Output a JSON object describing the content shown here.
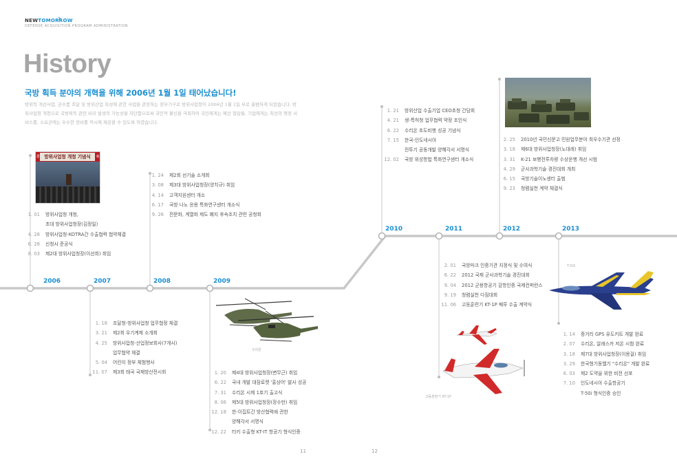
{
  "brand": {
    "name_part1": "NEW",
    "name_part2": "TOMORROW",
    "chevron": "›",
    "sub": "DEFENSE ACQUISITION PROGRAM ADMINISTRATION"
  },
  "title": "History",
  "subtitle": "국방 획득 분야의 개혁을 위해 2006년 1월 1일 태어났습니다!",
  "intro": "방위력 개선사업, 군수품 조달 및 방위산업 육성에 관한 사업을 관장하는 정부기구로 방위사업청이 2006년 1월 1일 부로 출범하게 되었습니다. 방위사업청 개청으로 국방획득 관련 비리 발생의 가능성을 차단함으로써 국민적 불신을 극복하여 국민에게는 예산 절감을, 기업에게는 최선의 행정 서비스를, 소요군에는 우수한 장비를 적시에 제공할 수 있도록 하였습니다.",
  "years": {
    "y2006": "2006",
    "y2007": "2007",
    "y2008": "2008",
    "y2009": "2009",
    "y2010": "2010",
    "y2011": "2011",
    "y2012": "2012",
    "y2013": "2013"
  },
  "photo_2006": {
    "banner": "방위사업청 개청 기념식",
    "left_mark": "경",
    "right_mark": "축"
  },
  "events_2006": [
    {
      "date": "1. 01",
      "text": "방위사업청 개청,"
    },
    {
      "date": "",
      "text": "초대 방위사업청장(김정일)"
    },
    {
      "date": "4. 28",
      "text": "방위사업청-KOTRA간 수출협력 협약체결"
    },
    {
      "date": "6. 28",
      "text": "신청사 준공식"
    },
    {
      "date": "8. 03",
      "text": "제2대 방위사업청장(이선희) 취임"
    }
  ],
  "events_2007": [
    {
      "date": "1. 18",
      "text": "조달청-방위사업청 업무협정 체결"
    },
    {
      "date": "3. 21",
      "text": "제2회 우기계제 소개회"
    },
    {
      "date": "4. 25",
      "text": "방위사업청-산업정보회사(7개사)"
    },
    {
      "date": "",
      "text": "업무협약 체결"
    },
    {
      "date": "5. 04",
      "text": "어린이 정부 체험행사"
    },
    {
      "date": "11. 07",
      "text": "제3회 태국 국제방산전시회"
    }
  ],
  "events_2008": [
    {
      "date": "1. 24",
      "text": "제2회 선기술 소개회"
    },
    {
      "date": "3. 08",
      "text": "제3대 방위사업청장(양치규) 취임"
    },
    {
      "date": "4. 14",
      "text": "고객지원센터 개소"
    },
    {
      "date": "6. 17",
      "text": "국방 나노 응용 특화연구센터 개소식"
    },
    {
      "date": "9. 26",
      "text": "전문화, 계열화 제도 폐지 후속조치 관련 공청회"
    }
  ],
  "events_2009": [
    {
      "date": "1. 20",
      "text": "제4대 방위사업청장(변무근) 취임"
    },
    {
      "date": "6. 22",
      "text": "국내 개발 대잠로켓 '홍상어' 발사 성공"
    },
    {
      "date": "7. 31",
      "text": "수리온 시제 1호기 출고식"
    },
    {
      "date": "8. 06",
      "text": "제5대 방위사업청장(장수만) 취임"
    },
    {
      "date": "12. 18",
      "text": "한-이집트간 방산협력에 관한"
    },
    {
      "date": "",
      "text": "양해각서 서명식"
    },
    {
      "date": "12. 22",
      "text": "터키 수출형 KT-IT 항공기 형식인증"
    }
  ],
  "caption_2009": "수리온",
  "events_2010": [
    {
      "date": "1. 21",
      "text": "방위산업 수출기업 CEO초청 간담회"
    },
    {
      "date": "4. 21",
      "text": "생-특허청 업무협력 약정 조인식"
    },
    {
      "date": "6. 22",
      "text": "수리온 초도비행 성공 기념식"
    },
    {
      "date": "7. 15",
      "text": "한국-인도네시아"
    },
    {
      "date": "",
      "text": "전투기 공동개발 양해각서 서명식"
    },
    {
      "date": "12. 02",
      "text": "국방 위성항법 특화연구센터 개소식"
    }
  ],
  "events_2011": [
    {
      "date": "2. 01",
      "text": "국방마크 인증기관 지정식 및 수여식"
    },
    {
      "date": "6. 22",
      "text": "2012 국제 군사과학기술 경진대회"
    },
    {
      "date": "9. 04",
      "text": "2012 군용항공기 감항인증 국제컨퍼런스"
    },
    {
      "date": "9. 19",
      "text": "청렴실천 다짐대회"
    },
    {
      "date": "11. 06",
      "text": "고등훈련기 KT-1P 페루 수출 계약식"
    }
  ],
  "caption_2011": "고등훈련기 KT-1P",
  "events_2012": [
    {
      "date": "2. 25",
      "text": "2010년 국민신문고 민원업무분야 최우수기관 선정"
    },
    {
      "date": "3. 18",
      "text": "제6대 방위사업청장(노대래) 취임"
    },
    {
      "date": "3. 31",
      "text": "K-21 보병전투차량 수상운행 개선 시범"
    },
    {
      "date": "4. 29",
      "text": "군사과학기술 경진대회 개최"
    },
    {
      "date": "6. 15",
      "text": "국방기술이노센터 출범"
    },
    {
      "date": "9. 23",
      "text": "청렴실천 계약 체결식"
    }
  ],
  "events_2013": [
    {
      "date": "1. 14",
      "text": "중거리 GPS 유도키트 개발 완료"
    },
    {
      "date": "2. 07",
      "text": "수리온, 알래스카 저온 시험 완료"
    },
    {
      "date": "3. 18",
      "text": "제7대 방위사업청장(이용걸) 취임"
    },
    {
      "date": "3. 29",
      "text": "한국형기동헬기 \"수리온\" 개발 완료"
    },
    {
      "date": "6. 03",
      "text": "제2 도약을 위한 비전 선포"
    },
    {
      "date": "7. 10",
      "text": "인도네시아 수출항공기"
    },
    {
      "date": "",
      "text": "T-50i 형식인증 승인"
    }
  ],
  "caption_2013": "T-50i",
  "pages": {
    "left": "11",
    "right": "12"
  },
  "colors": {
    "accent": "#1b8fd0",
    "line": "#c6c6c6",
    "title": "#a6a6a6"
  }
}
